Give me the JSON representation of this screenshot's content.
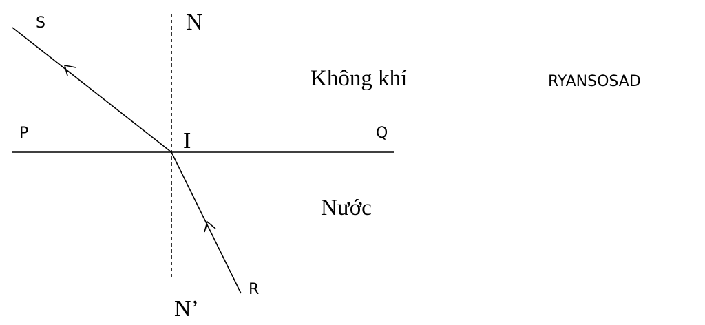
{
  "labels": {
    "s": "S",
    "n": "N",
    "p": "P",
    "i": "I",
    "q": "Q",
    "r": "R",
    "n_prime": "N’"
  },
  "media": {
    "upper": "Không khí",
    "lower": "Nước"
  },
  "watermark": "RYANSOSAD",
  "colors": {
    "line": "#000000",
    "background": "#ffffff"
  }
}
